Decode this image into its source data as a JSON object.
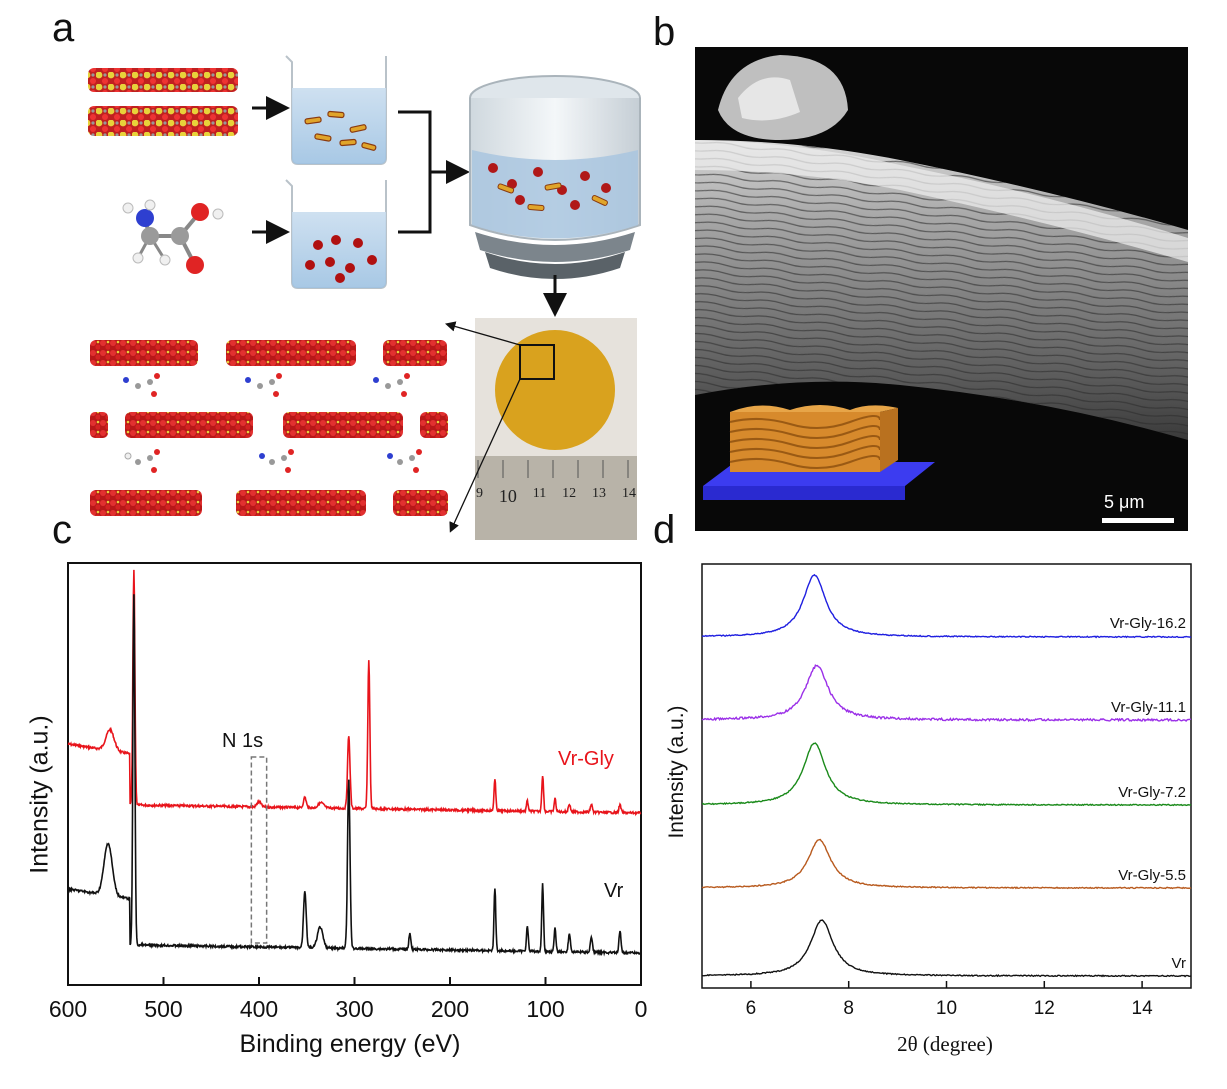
{
  "panels": {
    "a": "a",
    "b": "b",
    "c": "c",
    "d": "d"
  },
  "panel_a": {
    "ruler_numbers": [
      "9",
      "10",
      "11",
      "12",
      "13",
      "14"
    ]
  },
  "panel_b": {
    "scale_bar_label": "5 μm"
  },
  "chart_data": [
    {
      "type": "line",
      "xlabel": "Binding energy (eV)",
      "ylabel": "Intensity (a.u.)",
      "xlim": [
        600,
        0
      ],
      "x_reversed": true,
      "xticks": [
        600,
        500,
        400,
        300,
        200,
        100,
        0
      ],
      "annotation": "N 1s",
      "annotation_region": [
        408,
        392
      ],
      "series": [
        {
          "name": "Vr-Gly",
          "color": "#e8141b",
          "peaks": [
            {
              "x": 556,
              "h": 0.08,
              "w": 6
            },
            {
              "x": 531,
              "h": 0.9,
              "w": 1.5
            },
            {
              "x": 400,
              "h": 0.02,
              "w": 3
            },
            {
              "x": 352,
              "h": 0.04,
              "w": 2
            },
            {
              "x": 335,
              "h": 0.02,
              "w": 4
            },
            {
              "x": 306,
              "h": 0.28,
              "w": 1.8
            },
            {
              "x": 285,
              "h": 0.57,
              "w": 1.5
            },
            {
              "x": 153,
              "h": 0.12,
              "w": 1.3
            },
            {
              "x": 119,
              "h": 0.04,
              "w": 1.3
            },
            {
              "x": 103,
              "h": 0.14,
              "w": 1.3
            },
            {
              "x": 90,
              "h": 0.05,
              "w": 1.3
            },
            {
              "x": 75,
              "h": 0.03,
              "w": 1.5
            },
            {
              "x": 52,
              "h": 0.03,
              "w": 1.5
            },
            {
              "x": 22,
              "h": 0.03,
              "w": 1.5
            }
          ]
        },
        {
          "name": "Vr",
          "color": "#111111",
          "peaks": [
            {
              "x": 558,
              "h": 0.2,
              "w": 6
            },
            {
              "x": 531,
              "h": 1.35,
              "w": 1.5
            },
            {
              "x": 352,
              "h": 0.22,
              "w": 2
            },
            {
              "x": 336,
              "h": 0.08,
              "w": 4
            },
            {
              "x": 306,
              "h": 0.65,
              "w": 1.8
            },
            {
              "x": 242,
              "h": 0.06,
              "w": 1.5
            },
            {
              "x": 153,
              "h": 0.24,
              "w": 1.3
            },
            {
              "x": 119,
              "h": 0.1,
              "w": 1.3
            },
            {
              "x": 103,
              "h": 0.26,
              "w": 1.3
            },
            {
              "x": 90,
              "h": 0.09,
              "w": 1.3
            },
            {
              "x": 75,
              "h": 0.07,
              "w": 1.5
            },
            {
              "x": 52,
              "h": 0.06,
              "w": 1.5
            },
            {
              "x": 22,
              "h": 0.08,
              "w": 1.5
            }
          ]
        }
      ]
    },
    {
      "type": "line",
      "xlabel": "2θ (degree)",
      "ylabel": "Intensity (a.u.)",
      "xlim": [
        5,
        15
      ],
      "xticks": [
        6,
        8,
        10,
        12,
        14
      ],
      "series": [
        {
          "name": "Vr-Gly-16.2",
          "color": "#1f1fe0",
          "peak_x": 7.3,
          "height": 1.0
        },
        {
          "name": "Vr-Gly-11.1",
          "color": "#9b30e8",
          "peak_x": 7.35,
          "height": 0.88
        },
        {
          "name": "Vr-Gly-7.2",
          "color": "#1a8a1a",
          "peak_x": 7.3,
          "height": 1.0
        },
        {
          "name": "Vr-Gly-5.5",
          "color": "#b85a1e",
          "peak_x": 7.4,
          "height": 0.78
        },
        {
          "name": "Vr",
          "color": "#111111",
          "peak_x": 7.45,
          "height": 0.9
        }
      ]
    }
  ]
}
